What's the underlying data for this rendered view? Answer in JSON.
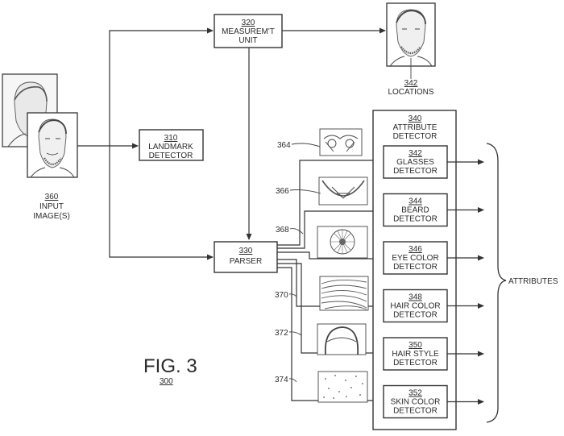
{
  "figure": {
    "title": "FIG. 3",
    "number": "300"
  },
  "input": {
    "number": "360",
    "line1": "INPUT",
    "line2": "IMAGE(S)"
  },
  "landmark": {
    "number": "310",
    "line1": "LANDMARK",
    "line2": "DETECTOR"
  },
  "measurement": {
    "number": "320",
    "line1": "MEASUREM'T",
    "line2": "UNIT"
  },
  "locations": {
    "number": "342",
    "label": "LOCATIONS"
  },
  "parser": {
    "number": "330",
    "label": "PARSER"
  },
  "attribute_detector": {
    "number": "340",
    "line1": "ATTRIBUTE",
    "line2": "DETECTOR"
  },
  "detectors": [
    {
      "number": "342",
      "line1": "GLASSES",
      "line2": "DETECTOR"
    },
    {
      "number": "344",
      "line1": "BEARD",
      "line2": "DETECTOR"
    },
    {
      "number": "346",
      "line1": "EYE COLOR",
      "line2": "DETECTOR"
    },
    {
      "number": "348",
      "line1": "HAIR COLOR",
      "line2": "DETECTOR"
    },
    {
      "number": "350",
      "line1": "HAIR STYLE",
      "line2": "DETECTOR"
    },
    {
      "number": "352",
      "line1": "SKIN COLOR",
      "line2": "DETECTOR"
    }
  ],
  "crops": [
    "364",
    "366",
    "368",
    "370",
    "372",
    "374"
  ],
  "attributes": {
    "label": "ATTRIBUTES"
  }
}
